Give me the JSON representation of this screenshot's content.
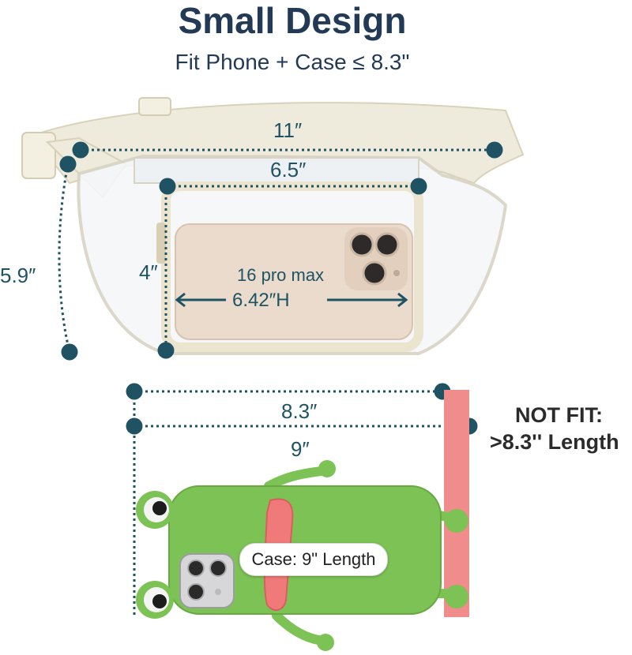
{
  "heading": {
    "title": "Small Design",
    "subtitle": "Fit Phone + Case ≤ 8.3\""
  },
  "bag": {
    "strap_length": "11″",
    "pocket_width": "6.5″",
    "bag_height": "5.9″",
    "pocket_height": "4″",
    "phone_model": "16 pro max",
    "phone_length": "6.42″H"
  },
  "comparison": {
    "fit_length": "8.3″",
    "case_length": "9″",
    "not_fit_line1": "NOT FIT:",
    "not_fit_line2": ">8.3'' Length",
    "case_label": "Case: 9\" Length"
  },
  "colors": {
    "heading": "#233a56",
    "dimension_lines": "#1f5364",
    "strap": "#efebdc",
    "frog_case": "#7cc254",
    "not_fit_bar": "#f08c8c"
  }
}
